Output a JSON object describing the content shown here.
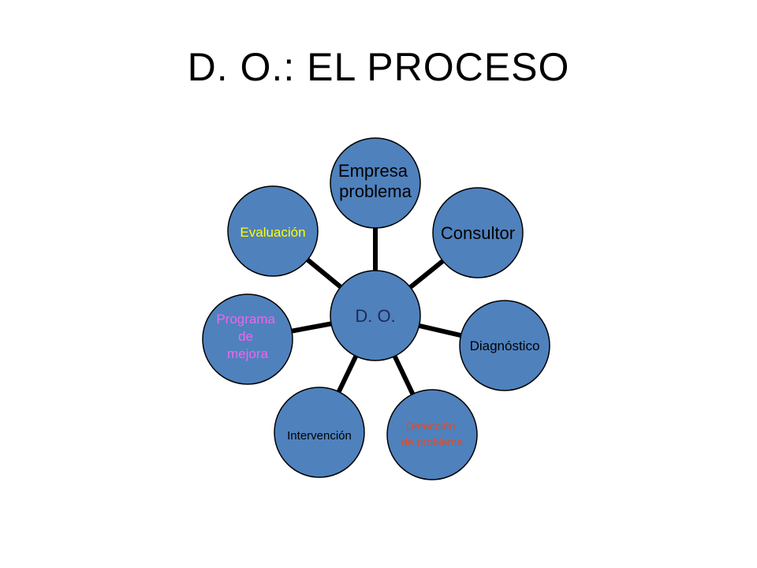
{
  "title": "D. O.: EL PROCESO",
  "colors": {
    "node_fill": "#4f81bd",
    "link": "#000000",
    "title": "#000000"
  },
  "diagram": {
    "center": {
      "label": "D. O.",
      "color": "#1f2a56"
    },
    "nodes": [
      {
        "id": "empresa",
        "lines": [
          "Empresa",
          "problema"
        ],
        "color": "#000000"
      },
      {
        "id": "consultor",
        "lines": [
          "Consultor"
        ],
        "color": "#000000"
      },
      {
        "id": "diagnostico",
        "lines": [
          "Diagnóstico"
        ],
        "color": "#000000"
      },
      {
        "id": "deteccion",
        "lines": [
          "Detección",
          "de problema"
        ],
        "color": "#e8491d"
      },
      {
        "id": "intervencion",
        "lines": [
          "Intervención"
        ],
        "color": "#000000"
      },
      {
        "id": "programa",
        "lines": [
          "Programa",
          "de",
          "mejora"
        ],
        "color": "#ee66ee"
      },
      {
        "id": "evaluacion",
        "lines": [
          "Evaluación"
        ],
        "color": "#ffff00"
      }
    ]
  }
}
